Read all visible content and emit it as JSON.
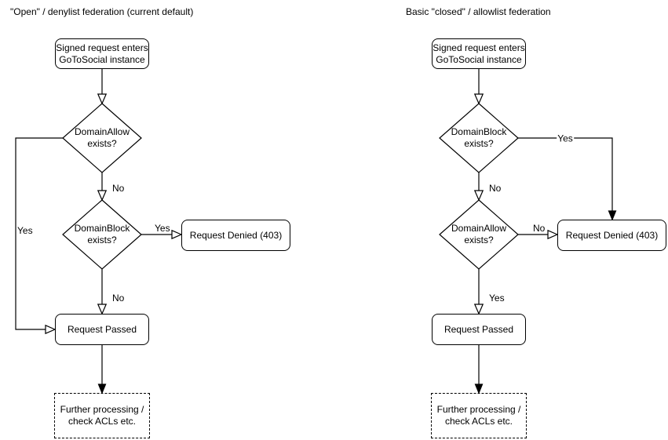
{
  "colors": {
    "stroke": "#000000",
    "text": "#000000",
    "background": "#ffffff"
  },
  "left_chart": {
    "title": "\"Open\" / denylist federation (current default)",
    "nodes": {
      "start": "Signed request enters\nGoToSocial instance",
      "decision_allow": "DomainAllow\nexists?",
      "decision_block": "DomainBlock\nexists?",
      "denied": "Request Denied (403)",
      "passed": "Request Passed",
      "further": "Further processing /\ncheck ACLs etc."
    },
    "labels": {
      "allow_yes": "Yes",
      "allow_no": "No",
      "block_yes": "Yes",
      "block_no": "No"
    }
  },
  "right_chart": {
    "title": "Basic \"closed\" / allowlist federation",
    "nodes": {
      "start": "Signed request enters\nGoToSocial instance",
      "decision_block": "DomainBlock\nexists?",
      "decision_allow": "DomainAllow\nexists?",
      "denied": "Request Denied (403)",
      "passed": "Request Passed",
      "further": "Further processing /\ncheck ACLs etc."
    },
    "labels": {
      "block_yes": "Yes",
      "block_no": "No",
      "allow_no": "No",
      "allow_yes": "Yes"
    }
  }
}
